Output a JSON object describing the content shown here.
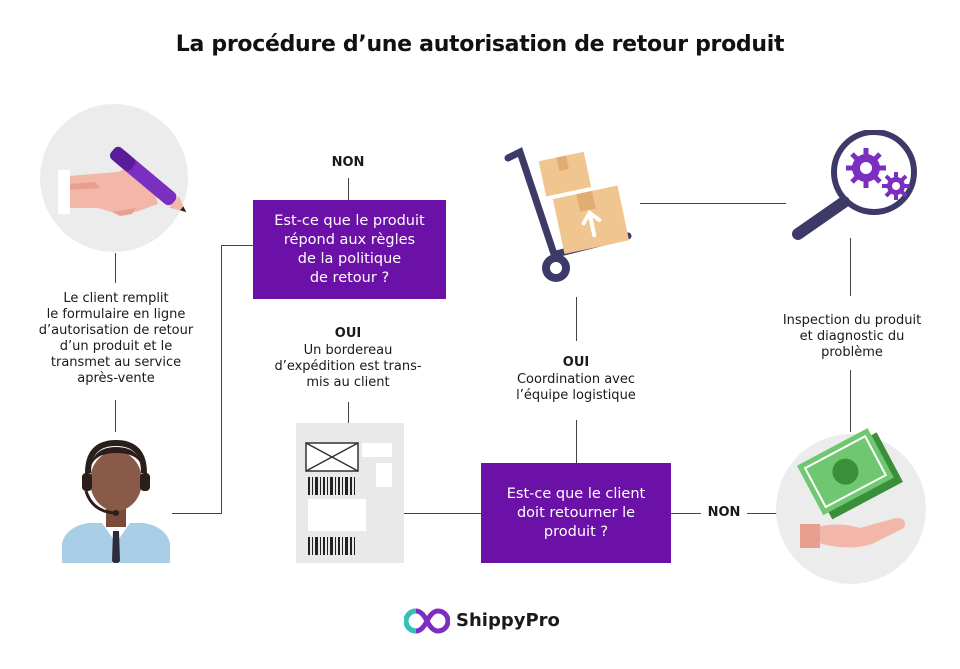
{
  "title": "La procédure d’une autorisation de retour produit",
  "steps": {
    "client_fills": "Le client remplit\nle formulaire en ligne\nd’autorisation de retour\nd’un produit et le\ntransmet au service\naprès-vente",
    "policy_question": "Est-ce que le produit\nrépond aux règles\nde la politique\nde retour ?",
    "non_top": "NON",
    "oui_label_1": "OUI",
    "label_sent": "Un bordereau\nd’expédition est trans-\nmis au client",
    "oui_label_2": "OUI",
    "coordination": "Coordination avec\nl’équipe logistique",
    "return_question": "Est-ce que le client\ndoit retourner le\nproduit ?",
    "non_right": "NON",
    "inspection": "Inspection du produit\net diagnostic du\nproblème"
  },
  "brand": {
    "name": "ShippyPro"
  },
  "colors": {
    "purple": "#6c11a8",
    "line": "#444444",
    "circle_bg": "#ececec"
  },
  "icons": [
    "hand-pen-icon",
    "agent-headset-icon",
    "hand-truck-boxes-icon",
    "shipping-label-icon",
    "magnifier-gears-icon",
    "hand-money-icon",
    "shippypro-logo-icon"
  ]
}
